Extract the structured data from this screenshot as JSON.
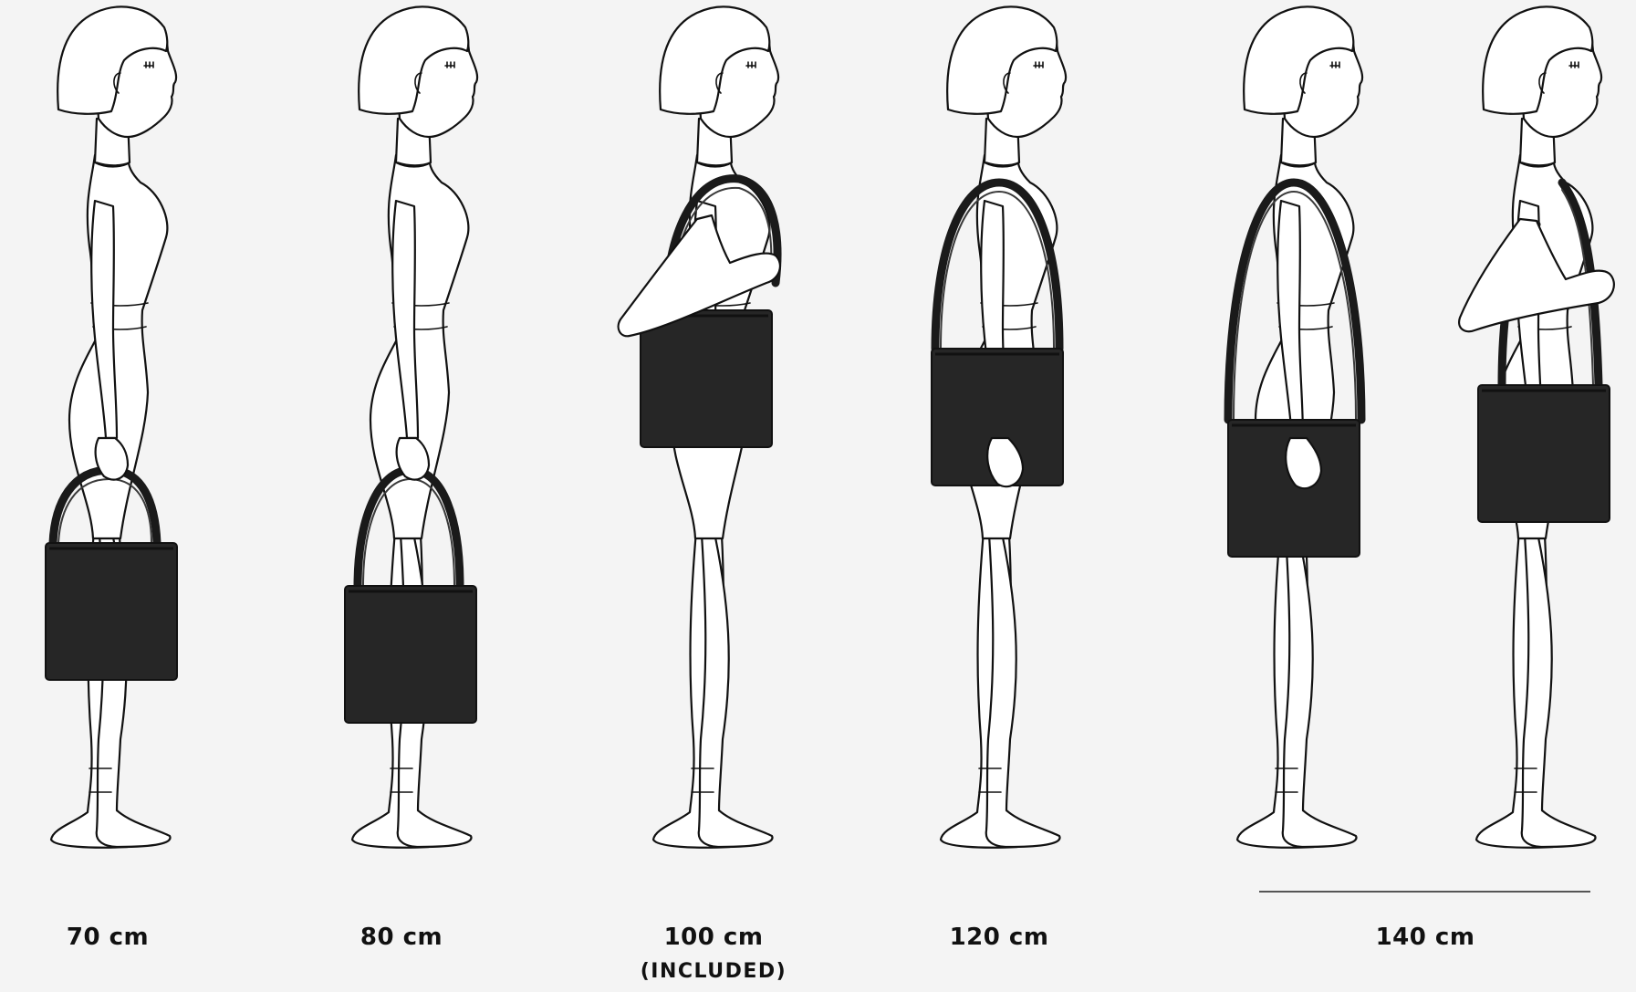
{
  "options": [
    {
      "length": "70 cm",
      "note": ""
    },
    {
      "length": "80 cm",
      "note": ""
    },
    {
      "length": "100 cm",
      "note": "(INCLUDED)"
    },
    {
      "length": "120 cm",
      "note": ""
    },
    {
      "length": "140 cm",
      "note": ""
    }
  ],
  "colors": {
    "background": "#f4f4f4",
    "bag": "#262626",
    "outline": "#111111"
  }
}
